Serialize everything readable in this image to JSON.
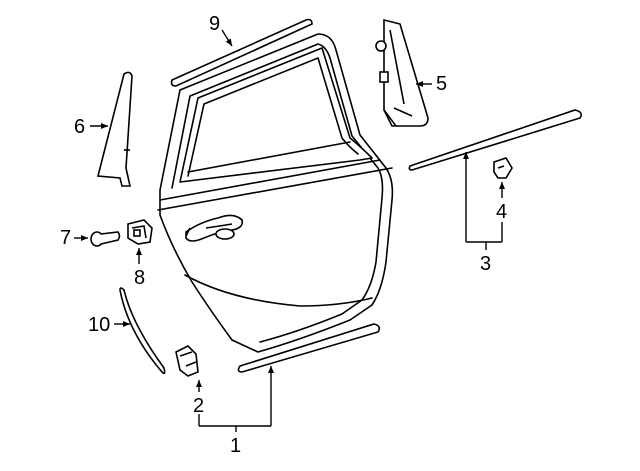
{
  "callouts": {
    "c1": "1",
    "c2": "2",
    "c3": "3",
    "c4": "4",
    "c5": "5",
    "c6": "6",
    "c7": "7",
    "c8": "8",
    "c9": "9",
    "c10": "10"
  },
  "colors": {
    "line": "#000000",
    "fill": "#ffffff"
  }
}
